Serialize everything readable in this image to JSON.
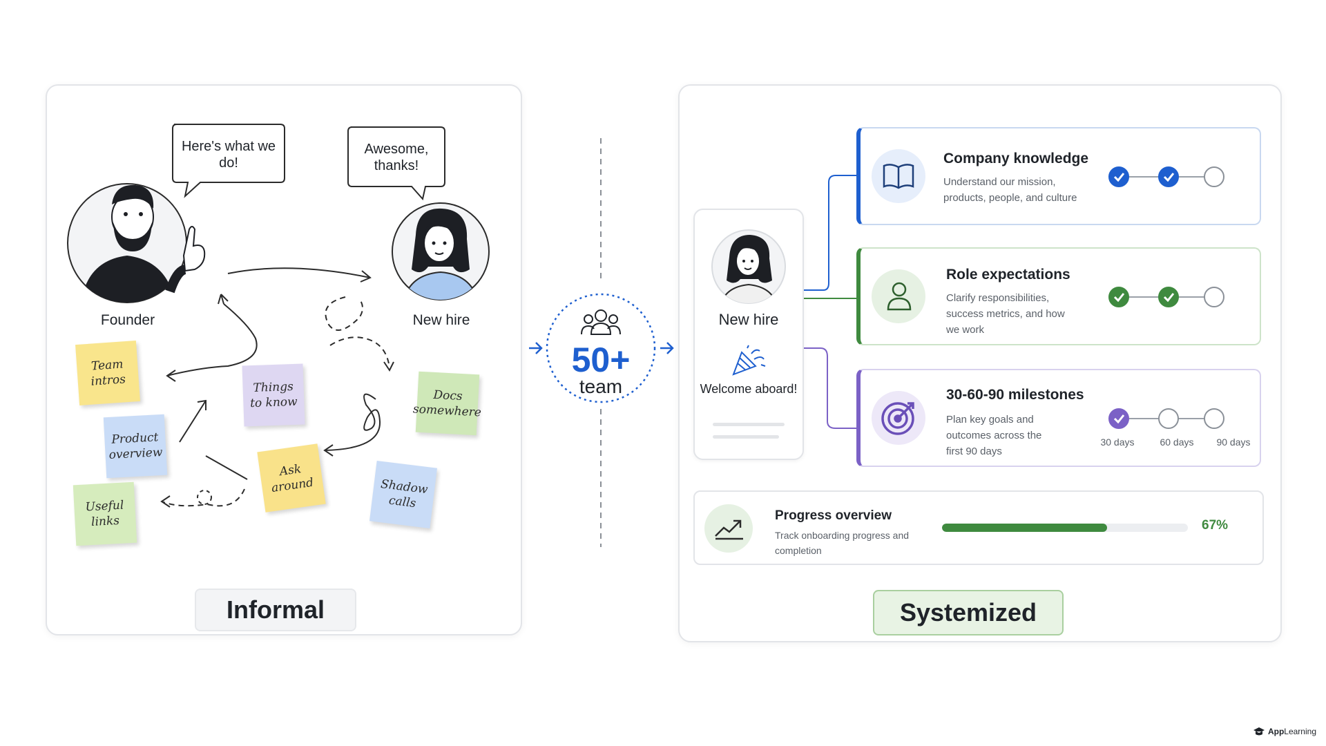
{
  "informal": {
    "founder_speech": "Here's what we do!",
    "newhire_speech": "Awesome, thanks!",
    "founder_label": "Founder",
    "newhire_label": "New hire",
    "stickies": [
      {
        "text": "Team intros",
        "color": "#f9e58c"
      },
      {
        "text": "Things to know",
        "color": "#ded7f2"
      },
      {
        "text": "Docs somewhere",
        "color": "#cfe8b8"
      },
      {
        "text": "Product overview",
        "color": "#c9dcf7"
      },
      {
        "text": "Ask around",
        "color": "#f9e28a"
      },
      {
        "text": "Shadow calls",
        "color": "#c9dcf7"
      },
      {
        "text": "Useful links",
        "color": "#d6ecbd"
      }
    ],
    "label": "Informal"
  },
  "center": {
    "count": "50+",
    "word": "team"
  },
  "systemized": {
    "new_hire_label": "New hire",
    "welcome_text": "Welcome aboard!",
    "steps": [
      {
        "title": "Company knowledge",
        "description": "Understand our mission, products, people, and culture",
        "icon": "book-icon",
        "color": "#1e5fcf",
        "completed": 2,
        "total": 3
      },
      {
        "title": "Role expectations",
        "description": "Clarify responsibilities, success metrics, and how we work",
        "icon": "person-icon",
        "color": "#3f8a3f",
        "completed": 2,
        "total": 3
      },
      {
        "title": "30-60-90 milestones",
        "description": "Plan key goals and outcomes across the first 90 days",
        "icon": "target-icon",
        "color": "#7b61c6",
        "completed": 1,
        "total": 3,
        "milestones": [
          "30 days",
          "60 days",
          "90 days"
        ]
      }
    ],
    "progress": {
      "title": "Progress overview",
      "description": "Track onboarding progress and completion",
      "value": 0.67,
      "percent_label": "67%"
    },
    "label": "Systemized"
  },
  "brand": {
    "name_bold": "App",
    "name_rest": "Learning"
  }
}
